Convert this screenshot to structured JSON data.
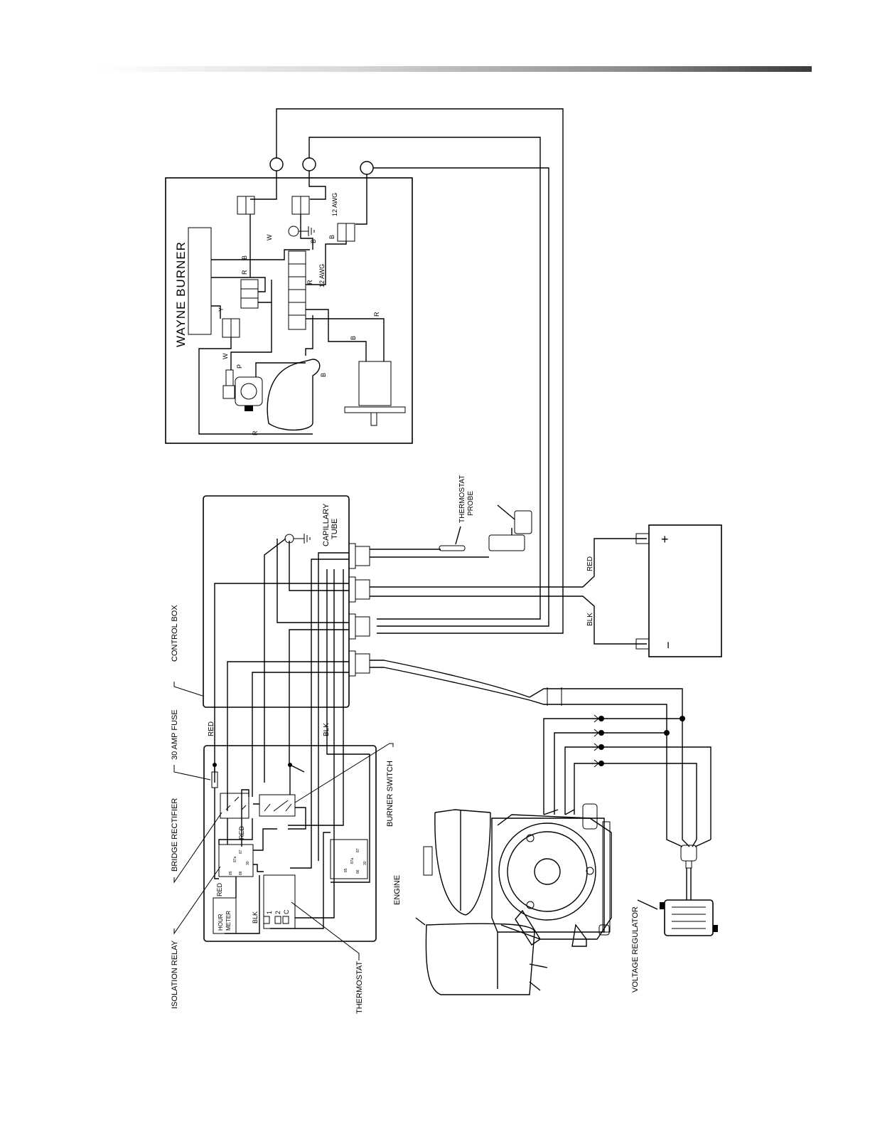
{
  "labels": {
    "wayne_burner": "WAYNE BURNER",
    "control_box": "CONTROL BOX",
    "fuse": "30 AMP FUSE",
    "bridge_rectifier": "BRIDGE RECTIFIER",
    "isolation_relay": "ISOLATION RELAY",
    "thermostat": "THERMOSTAT",
    "burner_switch": "BURNER SWITCH",
    "engine": "ENGINE",
    "voltage_regulator": "VOLTAGE REGULATOR",
    "thermostat_probe_l1": "THERMOSTAT",
    "thermostat_probe_l2": "PROBE",
    "capillary_l1": "CAPILLARY",
    "capillary_l2": "TUBE",
    "hour_meter_l1": "HOUR",
    "hour_meter_l2": "METER"
  },
  "wire_labels": {
    "red": "RED",
    "blk": "BLK",
    "b": "B",
    "r": "R",
    "w": "W",
    "y": "Y",
    "p": "P",
    "awg12": "12  AWG"
  },
  "battery": {
    "plus": "+",
    "minus": "−"
  },
  "thermostat_terminals": [
    "1",
    "2",
    "C"
  ],
  "relay_pins": [
    "87",
    "87a",
    "85",
    "86",
    "30"
  ]
}
